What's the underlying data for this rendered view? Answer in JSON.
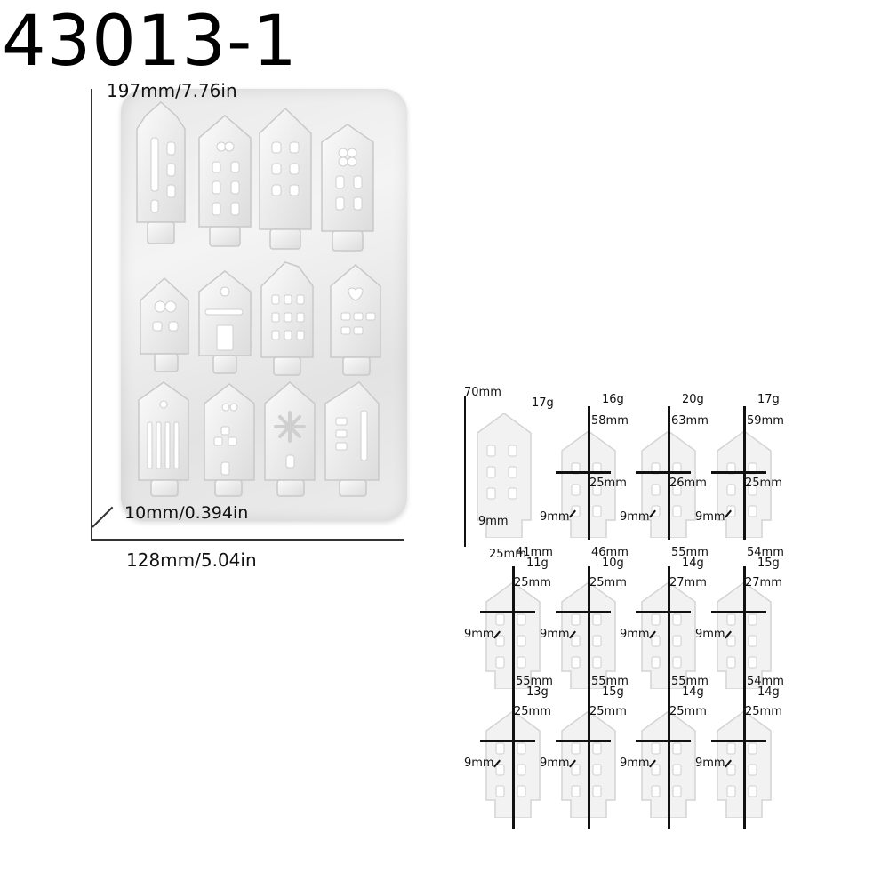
{
  "product_code": "43013-1",
  "mold": {
    "height_label": "197mm/7.76in",
    "depth_label": "10mm/0.394in",
    "width_label": "128mm/5.04in"
  },
  "pieces": [
    {
      "height": "70mm",
      "weight": "17g",
      "width": "25mm",
      "base": "9mm"
    },
    {
      "height": "58mm",
      "weight": "16g",
      "width": "25mm",
      "base": "9mm"
    },
    {
      "height": "63mm",
      "weight": "20g",
      "width": "26mm",
      "base": "9mm"
    },
    {
      "height": "59mm",
      "weight": "17g",
      "width": "25mm",
      "base": "9mm"
    },
    {
      "height": "41mm",
      "weight": "11g",
      "width": "25mm",
      "base": "9mm"
    },
    {
      "height": "46mm",
      "weight": "10g",
      "width": "25mm",
      "base": "9mm"
    },
    {
      "height": "55mm",
      "weight": "14g",
      "width": "27mm",
      "base": "9mm"
    },
    {
      "height": "54mm",
      "weight": "15g",
      "width": "27mm",
      "base": "9mm"
    },
    {
      "height": "55mm",
      "weight": "13g",
      "width": "25mm",
      "base": "9mm"
    },
    {
      "height": "55mm",
      "weight": "15g",
      "width": "25mm",
      "base": "9mm"
    },
    {
      "height": "55mm",
      "weight": "14g",
      "width": "25mm",
      "base": "9mm"
    },
    {
      "height": "54mm",
      "weight": "14g",
      "width": "25mm",
      "base": "9mm"
    }
  ]
}
